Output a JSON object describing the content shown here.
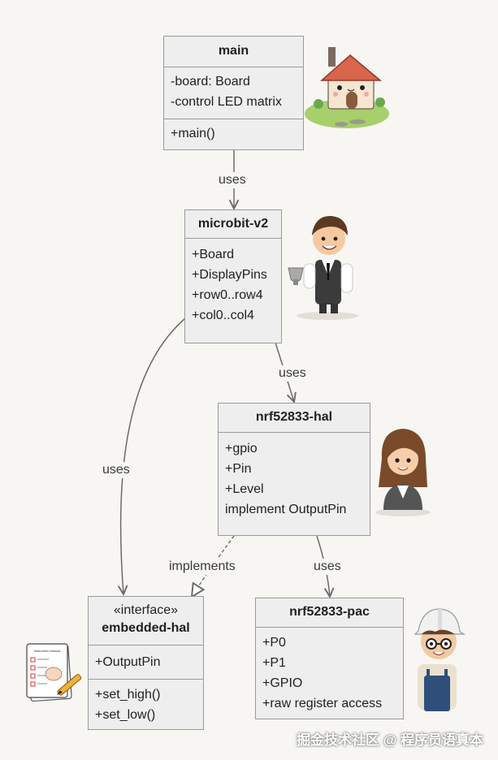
{
  "classes": {
    "main": {
      "title": "main",
      "attributes": [
        "-board: Board",
        "-control LED matrix"
      ],
      "methods": [
        "+main()"
      ]
    },
    "microbit": {
      "title": "microbit-v2",
      "attributes": [
        "+Board",
        "+DisplayPins",
        "+row0..row4",
        "+col0..col4"
      ]
    },
    "hal": {
      "title": "nrf52833-hal",
      "attributes": [
        "+gpio",
        "+Pin",
        "+Level",
        "implement OutputPin"
      ]
    },
    "embedded": {
      "stereotype": "«interface»",
      "title": "embedded-hal",
      "attributes": [
        "+OutputPin"
      ],
      "methods": [
        "+set_high()",
        "+set_low()"
      ]
    },
    "pac": {
      "title": "nrf52833-pac",
      "attributes": [
        "+P0",
        "+P1",
        "+GPIO",
        "+raw register access"
      ]
    }
  },
  "edges": {
    "main_microbit": "uses",
    "microbit_hal": "uses",
    "microbit_embedded": "uses",
    "hal_embedded": "implements",
    "hal_pac": "uses"
  },
  "illustrations": {
    "house": "cartoon-house-icon",
    "businessman": "cartoon-businessman-icon",
    "businesswoman": "cartoon-businesswoman-icon",
    "manual": "instruction-manual-icon",
    "engineer": "cartoon-engineer-icon",
    "manual_text": "Instruction Manual"
  },
  "watermark": "掘金技术社区 @ 程序员语真本"
}
